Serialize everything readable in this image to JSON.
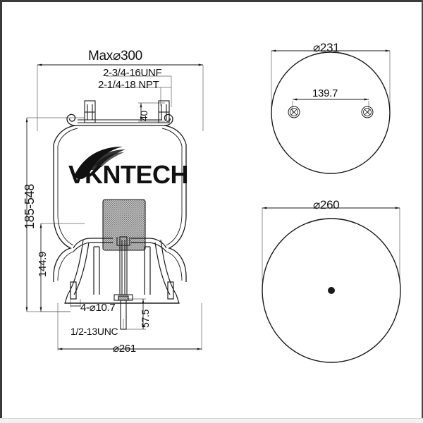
{
  "document": {
    "type": "technical-drawing",
    "subject": "air-spring-bellows-assembly",
    "brand": "VKNTECH",
    "background_color": "#ffffff",
    "line_color": "#1a1a1a",
    "hatch_fill_color": "#b5b5b5"
  },
  "views": {
    "front": {
      "name": "front-section-view",
      "dimensions": {
        "max_outer_diameter": "Max⌀300",
        "top_port_thread": "2-3/4-16UNF",
        "top_port_pipe_thread": "2-1/4-18 NPT",
        "stud_height": "40",
        "overall_height_range": "185-548",
        "piston_height": "144.9",
        "base_bolt_holes": "4-⌀10.7",
        "bottom_stud_thread": "1/2-13UNC",
        "bottom_stud_length": "57.5",
        "base_diameter": "⌀261"
      }
    },
    "top": {
      "name": "top-plate-view",
      "dimensions": {
        "plate_diameter": "⌀231",
        "stud_spacing": "139.7"
      }
    },
    "bottom": {
      "name": "bottom-piston-view",
      "dimensions": {
        "piston_diameter": "⌀260"
      }
    }
  },
  "logo": {
    "text": "KNTECH",
    "mark": "V-swoosh-mark",
    "full_text": "VKNTECH"
  }
}
